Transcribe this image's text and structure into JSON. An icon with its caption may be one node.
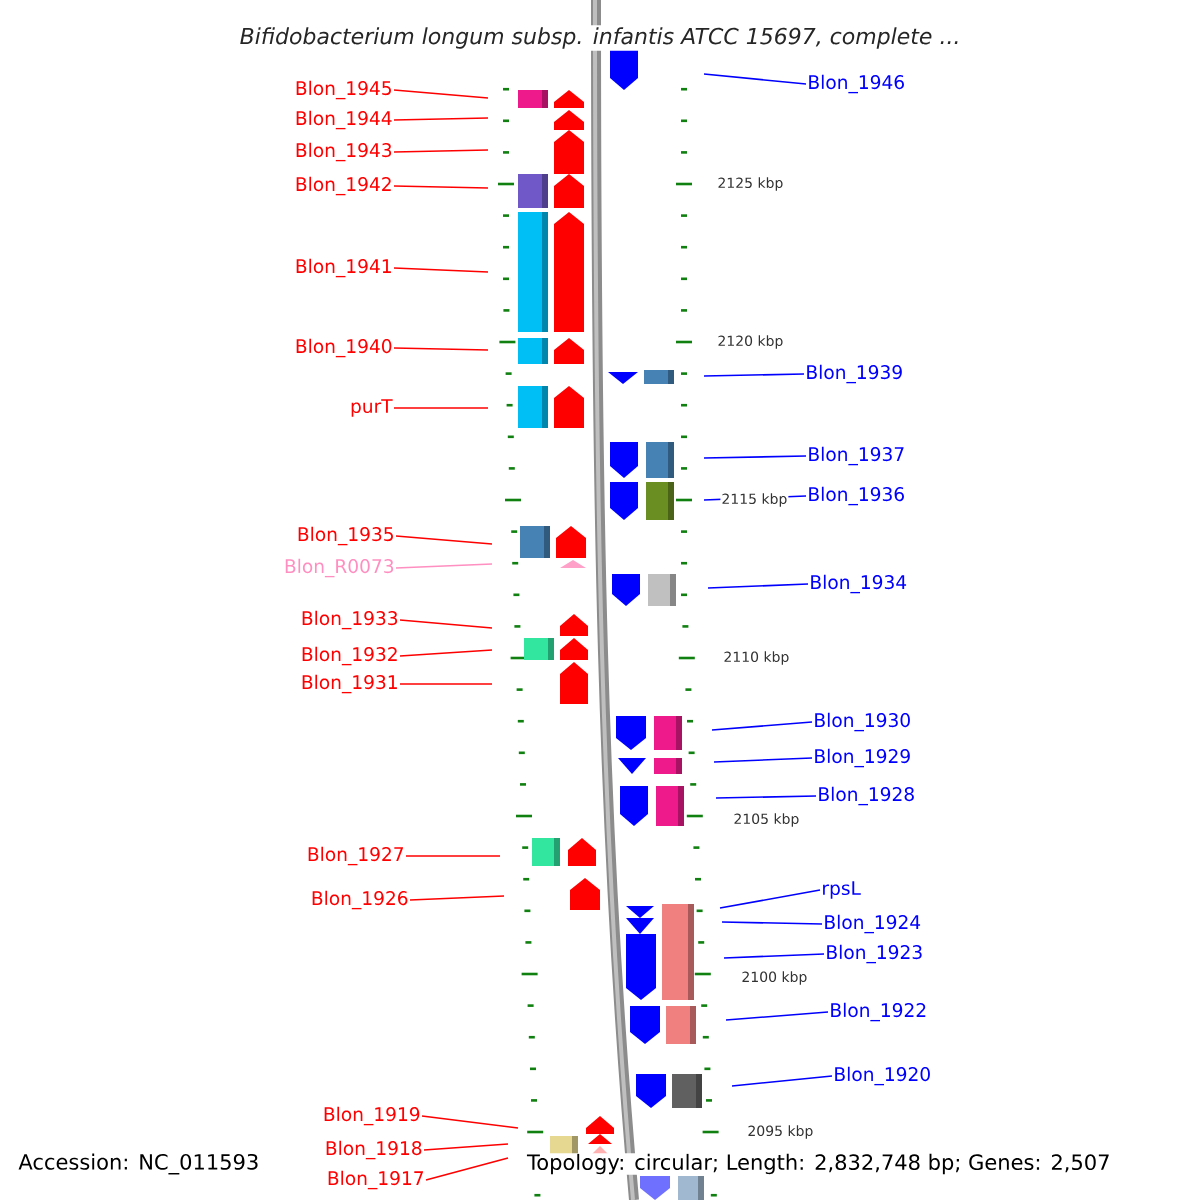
{
  "diagram": {
    "title": "Bifidobacterium longum subsp. infantis ATCC 15697, complete ...",
    "nodes": [
      {
        "text": [
          "Blon_1946"
        ]
      },
      {
        "text": [
          "Blon_1945"
        ]
      },
      {
        "text": [
          "Blon_1944"
        ]
      },
      {
        "text": [
          "Blon_1943"
        ]
      },
      {
        "text": [
          "Blon_1942"
        ]
      },
      {
        "text": [
          "Blon_1941"
        ]
      },
      {
        "text": [
          "Blon_1940"
        ]
      },
      {
        "text": [
          "Blon_1939"
        ]
      },
      {
        "text": [
          "purT"
        ]
      },
      {
        "text": [
          "Blon_1937"
        ]
      },
      {
        "text": [
          "Blon_1936"
        ]
      },
      {
        "text": [
          "Blon_1935"
        ]
      },
      {
        "text": [
          "Blon_R0073"
        ]
      },
      {
        "text": [
          "Blon_1934"
        ]
      },
      {
        "text": [
          "Blon_1933"
        ]
      },
      {
        "text": [
          "Blon_1932"
        ]
      },
      {
        "text": [
          "Blon_1931"
        ]
      },
      {
        "text": [
          "Blon_1930"
        ]
      },
      {
        "text": [
          "Blon_1929"
        ]
      },
      {
        "text": [
          "Blon_1928"
        ]
      },
      {
        "text": [
          "Blon_1927"
        ]
      },
      {
        "text": [
          "rpsL"
        ]
      },
      {
        "text": [
          "Blon_1926"
        ]
      },
      {
        "text": [
          "Blon_1924"
        ]
      },
      {
        "text": [
          "Blon_1923"
        ]
      },
      {
        "text": [
          "Blon_1922"
        ]
      },
      {
        "text": [
          "Blon_1920"
        ]
      },
      {
        "text": [
          "Blon_1919"
        ]
      },
      {
        "text": [
          "Blon_1918"
        ]
      },
      {
        "text": [
          "Blon_1917"
        ]
      }
    ],
    "edges": [
      {
        "from": 0,
        "to": null,
        "arrow": "none",
        "color": "#0000ff"
      },
      {
        "from": 1,
        "to": null,
        "arrow": "none"
      },
      {
        "from": 2,
        "to": null,
        "arrow": "none"
      },
      {
        "from": 3,
        "to": null,
        "arrow": "none"
      },
      {
        "from": 4,
        "to": null,
        "arrow": "none"
      },
      {
        "from": 5,
        "to": null,
        "arrow": "none"
      },
      {
        "from": 6,
        "to": null,
        "arrow": "none"
      },
      {
        "from": 7,
        "to": null,
        "arrow": "none",
        "color": "#0000ff"
      },
      {
        "from": 8,
        "to": null,
        "arrow": "none"
      },
      {
        "from": 9,
        "to": null,
        "arrow": "none",
        "color": "#0000ff"
      },
      {
        "from": 10,
        "to": null,
        "arrow": "none",
        "color": "#0000ff"
      },
      {
        "from": 11,
        "to": null,
        "arrow": "none"
      },
      {
        "from": 12,
        "to": null,
        "arrow": "none",
        "color": "#ff8fc0"
      },
      {
        "from": 13,
        "to": null,
        "arrow": "none",
        "color": "#0000ff"
      },
      {
        "from": 14,
        "to": null,
        "arrow": "none"
      },
      {
        "from": 15,
        "to": null,
        "arrow": "none"
      },
      {
        "from": 16,
        "to": null,
        "arrow": "none"
      },
      {
        "from": 17,
        "to": null,
        "arrow": "none",
        "color": "#0000ff"
      },
      {
        "from": 18,
        "to": null,
        "arrow": "none",
        "color": "#0000ff"
      },
      {
        "from": 19,
        "to": null,
        "arrow": "none",
        "color": "#0000ff"
      },
      {
        "from": 20,
        "to": null,
        "arrow": "none"
      },
      {
        "from": 21,
        "to": null,
        "arrow": "none",
        "color": "#0000ff"
      },
      {
        "from": 22,
        "to": null,
        "arrow": "none"
      },
      {
        "from": 23,
        "to": null,
        "arrow": "none",
        "color": "#0000ff"
      },
      {
        "from": 24,
        "to": null,
        "arrow": "none",
        "color": "#0000ff"
      },
      {
        "from": 25,
        "to": null,
        "arrow": "none",
        "color": "#0000ff"
      },
      {
        "from": 26,
        "to": null,
        "arrow": "none",
        "color": "#0000ff"
      },
      {
        "from": 27,
        "to": null,
        "arrow": "none"
      },
      {
        "from": 28,
        "to": null,
        "arrow": "none"
      },
      {
        "from": 29,
        "to": null,
        "arrow": "none"
      }
    ],
    "labels": [
      "2125 kbp",
      "2120 kbp",
      "2115 kbp",
      "2110 kbp",
      "2105 kbp",
      "2100 kbp",
      "2095 kbp",
      "Accession: NC_011593",
      "Topology: circular; Length: 2,832,748 bp; Genes: 2,507"
    ]
  }
}
